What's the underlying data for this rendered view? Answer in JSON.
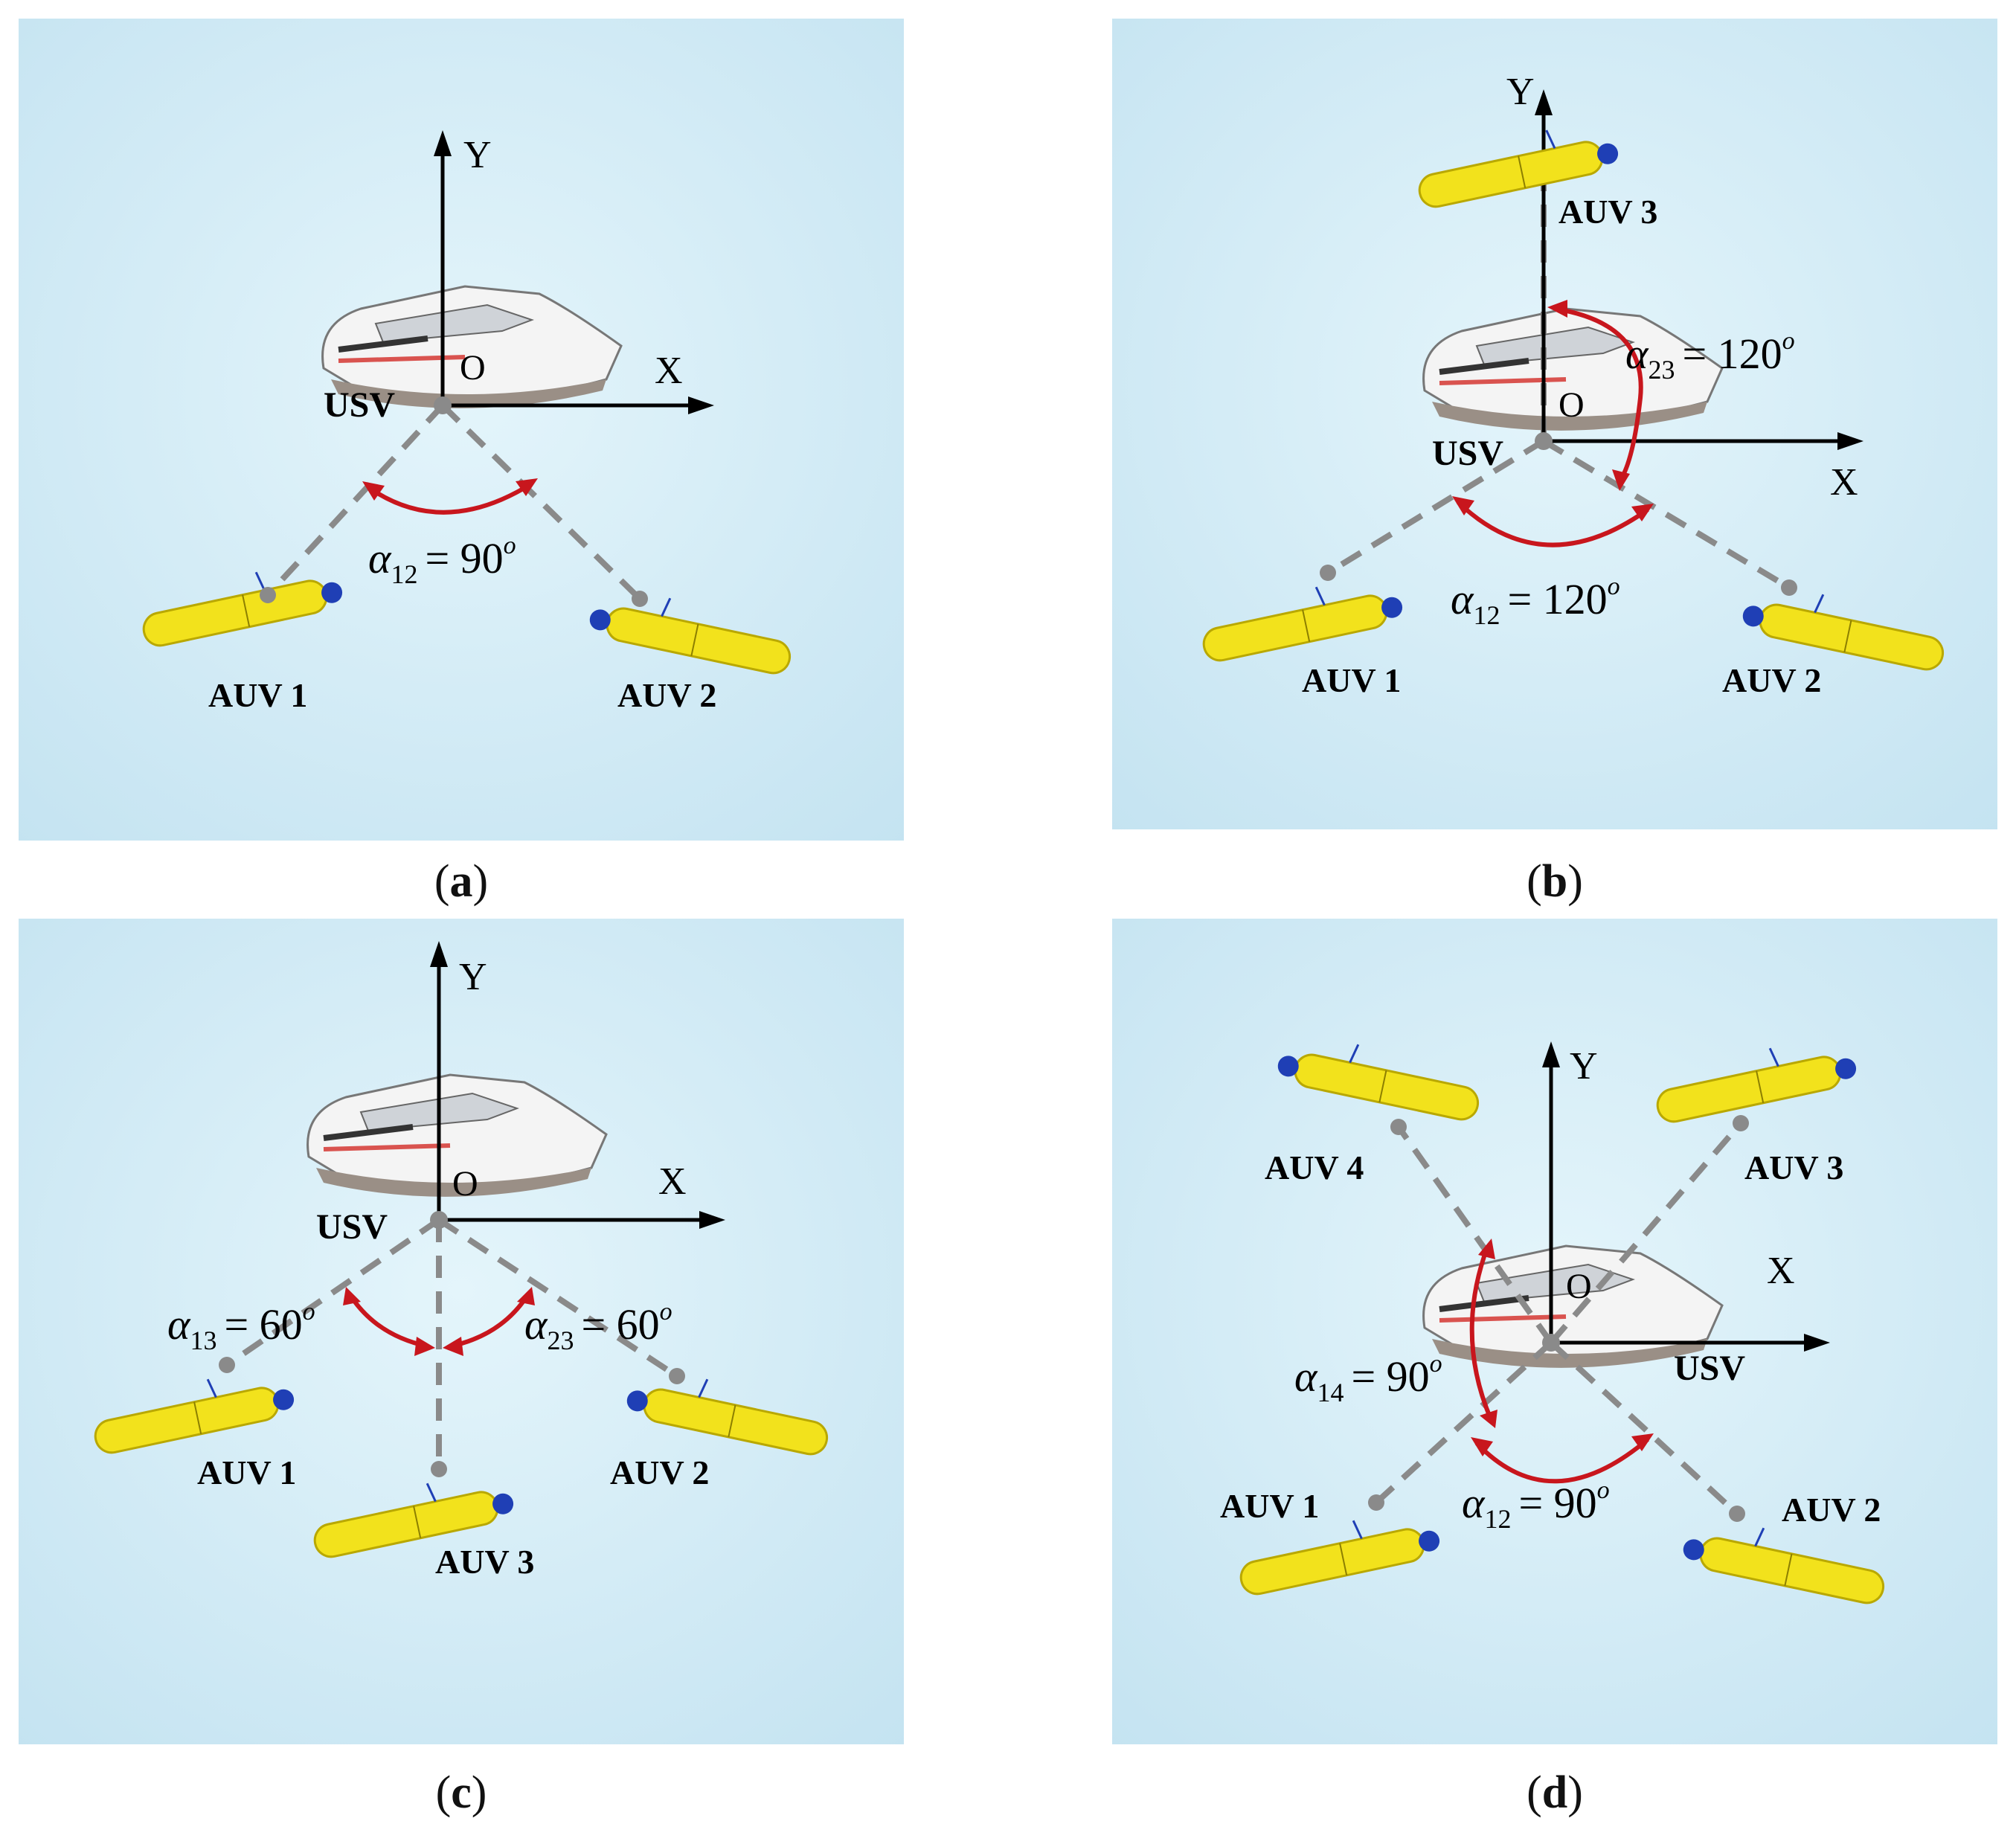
{
  "panels": [
    {
      "caption": "a",
      "axis": {
        "x": "X",
        "y": "Y",
        "origin": "O"
      },
      "usv": "USV",
      "angles": [
        {
          "symbol": "α",
          "sub": "12",
          "value": "= 90",
          "sup": "o"
        }
      ],
      "auvs": [
        "AUV 1",
        "AUV 2"
      ]
    },
    {
      "caption": "b",
      "axis": {
        "x": "X",
        "y": "Y",
        "origin": "O"
      },
      "usv": "USV",
      "angles": [
        {
          "symbol": "α",
          "sub": "23",
          "value": "= 120",
          "sup": "o"
        },
        {
          "symbol": "α",
          "sub": "12",
          "value": "= 120",
          "sup": "o"
        }
      ],
      "auvs": [
        "AUV 1",
        "AUV 2",
        "AUV 3"
      ]
    },
    {
      "caption": "c",
      "axis": {
        "x": "X",
        "y": "Y",
        "origin": "O"
      },
      "usv": "USV",
      "angles": [
        {
          "symbol": "α",
          "sub": "13",
          "value": "= 60",
          "sup": "o"
        },
        {
          "symbol": "α",
          "sub": "23",
          "value": "= 60",
          "sup": "o"
        }
      ],
      "auvs": [
        "AUV 1",
        "AUV 2",
        "AUV 3"
      ]
    },
    {
      "caption": "d",
      "axis": {
        "x": "X",
        "y": "Y",
        "origin": "O"
      },
      "usv": "USV",
      "angles": [
        {
          "symbol": "α",
          "sub": "14",
          "value": "= 90",
          "sup": "o"
        },
        {
          "symbol": "α",
          "sub": "12",
          "value": "= 90",
          "sup": "o"
        }
      ],
      "auvs": [
        "AUV 1",
        "AUV 2",
        "AUV 3",
        "AUV 4"
      ]
    }
  ],
  "colors": {
    "sea": "#cfeaf6",
    "arc": "#c8161d",
    "link": "#8a8a8a",
    "auv": "#f2e21c",
    "propeller": "#1f3fb5"
  }
}
